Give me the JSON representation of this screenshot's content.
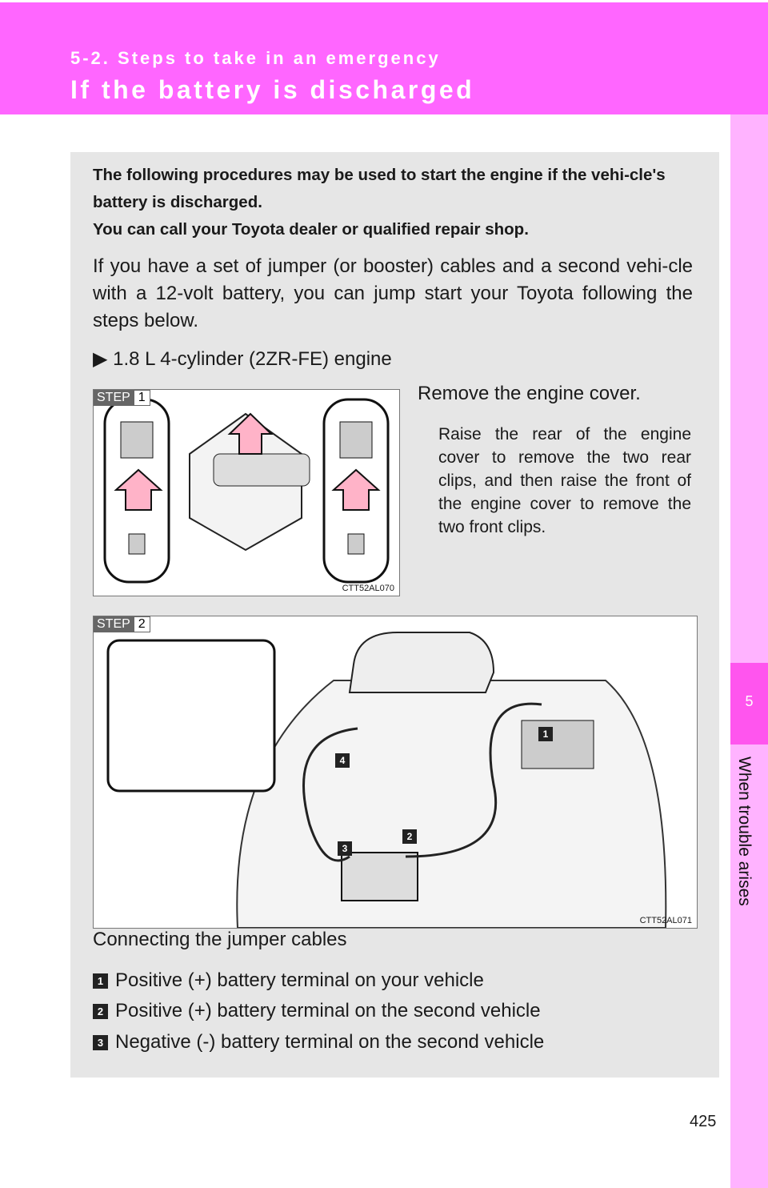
{
  "header": {
    "section": "5-2. Steps to take in an emergency",
    "title": "If the battery is discharged"
  },
  "sidebar": {
    "chapter": "5",
    "label": "When trouble arises"
  },
  "intro": {
    "line1": "The following procedures may be used to start the engine if the vehi-cle's battery is discharged.",
    "line2": "You can call your Toyota dealer or qualified repair shop."
  },
  "paragraph": "If you have a set of jumper (or booster) cables and a second vehi-cle with a 12-volt battery, you can jump start your Toyota following the steps below.",
  "engine": "1.8 L 4-cylinder (2ZR-FE) engine",
  "step1": {
    "step": "STEP",
    "num": "1",
    "code": "CTT52AL070",
    "heading": "Remove the engine cover.",
    "text": "Raise the rear of the engine cover to remove the two rear clips, and then raise the front of the engine cover to remove the two front clips."
  },
  "step2": {
    "step": "STEP",
    "num": "2",
    "code": "CTT52AL071",
    "caption": "Connecting the jumper cables",
    "markers": [
      "1",
      "2",
      "3",
      "4"
    ]
  },
  "items": [
    {
      "num": "1",
      "text": "Positive (+) battery terminal on your vehicle"
    },
    {
      "num": "2",
      "text": "Positive (+) battery terminal on the second vehicle"
    },
    {
      "num": "3",
      "text": "Negative (-) battery terminal on the second vehicle"
    }
  ],
  "page_number": "425"
}
